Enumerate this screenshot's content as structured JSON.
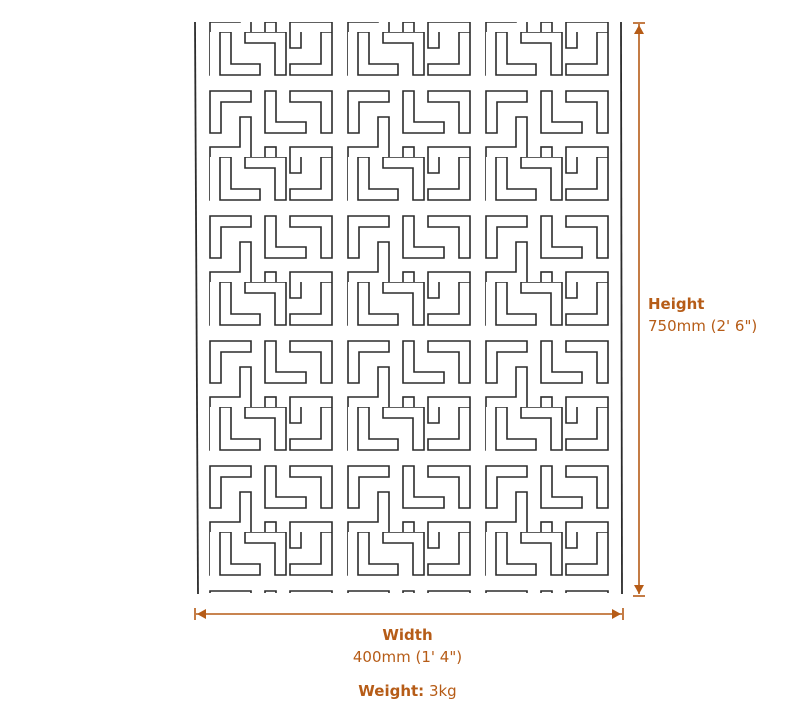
{
  "diagram": {
    "subject": "Laser-cut decorative screen panel with interlocking L-shaped maze pattern",
    "accent_color": "#b65c17",
    "line_color": "#2b2b2b"
  },
  "dimensions": {
    "height": {
      "title": "Height",
      "value": "750mm (2' 6\")"
    },
    "width": {
      "title": "Width",
      "value": "400mm (1' 4\")"
    },
    "weight": {
      "title": "Weight:",
      "value": " 3kg"
    }
  }
}
